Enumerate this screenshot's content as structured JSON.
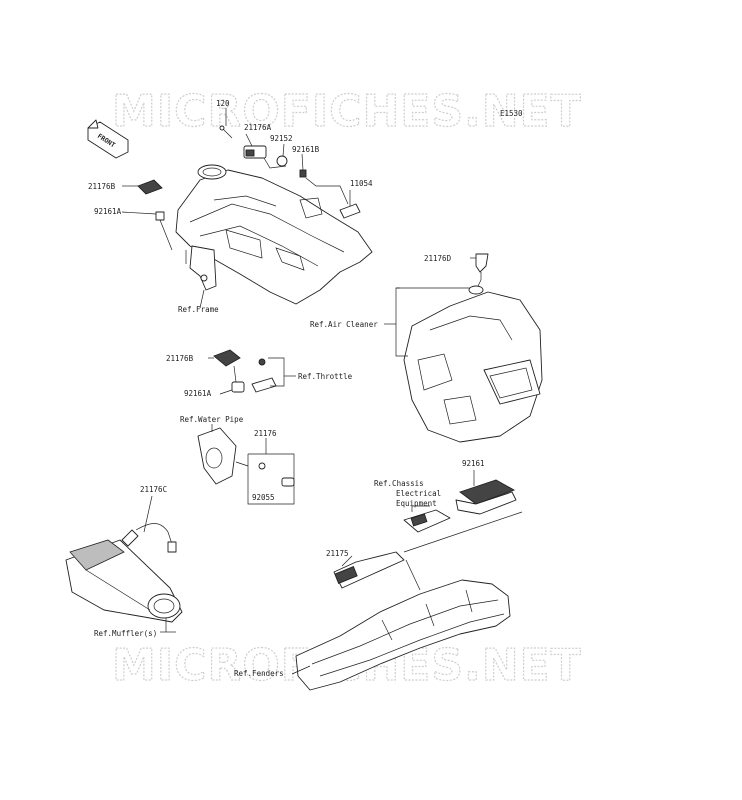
{
  "watermark": {
    "top": "MICROFICHES.NET",
    "bottom": "MICROFICHES.NET"
  },
  "diagram_code": "E1530",
  "front_label": "FRONT",
  "parts": {
    "p120": "120",
    "p21176A": "21176A",
    "p92152": "92152",
    "p92161B": "92161B",
    "p11054": "11054",
    "p21176B_top": "21176B",
    "p92161A_top": "92161A",
    "p21176D": "21176D",
    "p21176B_mid": "21176B",
    "p92161A_mid": "92161A",
    "p21176": "21176",
    "p92055": "92055",
    "p21176C": "21176C",
    "p92161": "92161",
    "p21175": "21175"
  },
  "references": {
    "frame": "Ref.Frame",
    "air_cleaner": "Ref.Air Cleaner",
    "throttle": "Ref.Throttle",
    "water_pipe": "Ref.Water Pipe",
    "chassis_line1": "Ref.Chassis",
    "chassis_line2": "Electrical",
    "chassis_line3": "Equipment",
    "muffler": "Ref.Muffler(s)",
    "fenders": "Ref.Fenders"
  }
}
